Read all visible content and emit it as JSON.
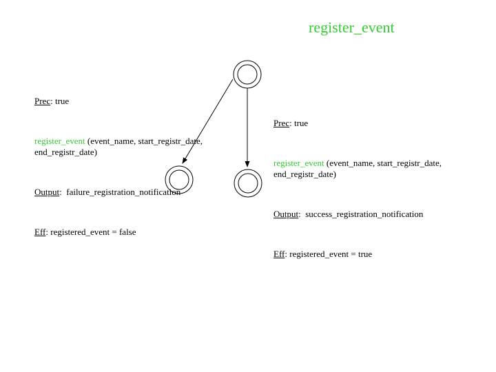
{
  "title": "register_event",
  "colors": {
    "accent_green": "#33cc33",
    "text": "#000000",
    "background": "#ffffff"
  },
  "transitions": {
    "failure": {
      "prec_label": "Prec",
      "prec_rest": ": true",
      "action_name": "register_event",
      "action_args_line1": " (event_name, start_registr_date,",
      "action_args_line2": "end_registr_date)",
      "output_label": "Output",
      "output_rest": ":  failure_registration_notification",
      "eff_label": "Eff",
      "eff_rest": ": registered_event = false"
    },
    "success": {
      "prec_label": "Prec",
      "prec_rest": ": true",
      "action_name": "register_event",
      "action_args_line1": " (event_name, start_registr_date,",
      "action_args_line2": "end_registr_date)",
      "output_label": "Output",
      "output_rest": ":  success_registration_notification",
      "eff_label": "Eff",
      "eff_rest": ": registered_event = true"
    }
  },
  "diagram": {
    "nodes": [
      {
        "id": "initial-state",
        "shape": "double-circle"
      },
      {
        "id": "failure-final-state",
        "shape": "double-circle"
      },
      {
        "id": "success-final-state",
        "shape": "double-circle"
      }
    ],
    "edges": [
      {
        "from": "initial-state",
        "to": "failure-final-state"
      },
      {
        "from": "initial-state",
        "to": "success-final-state"
      }
    ]
  }
}
